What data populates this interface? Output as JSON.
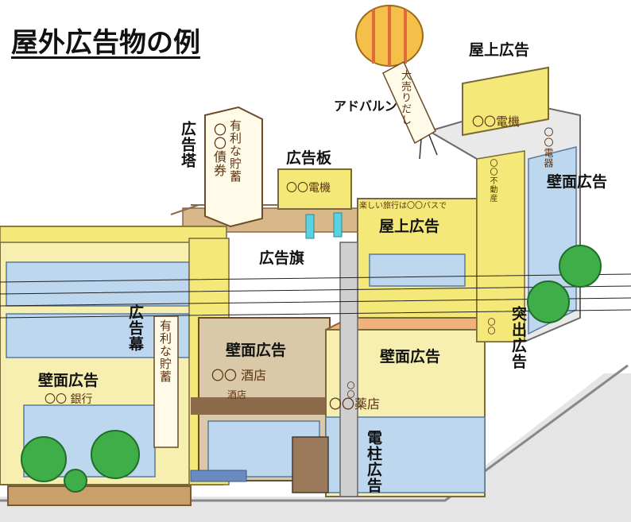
{
  "title": "屋外広告物の例",
  "labels": {
    "rooftop_top": "屋上広告",
    "advalloon": "アドバルン",
    "tower": "広告塔",
    "billboard": "広告板",
    "wall_right": "壁面広告",
    "rooftop_mid": "屋上広告",
    "flag": "広告旗",
    "curtain": "広告幕",
    "wall_center": "壁面広告",
    "wall_shop": "壁面広告",
    "wall_left": "壁面広告",
    "projecting": "突出広告",
    "pole": "電柱広告"
  },
  "signs": {
    "tower_text_a": "有利な貯蓄",
    "tower_text_b": "〇〇債券",
    "billboard_text": "〇〇電機",
    "rooftop_box_text": "〇〇電機",
    "balloon_banner": "大売りだし",
    "travel_banner": "楽しい旅行は〇〇バスで",
    "bank_sign": "〇〇 銀行",
    "curtain_text": "有利な貯蓄",
    "liquor_sign": "〇〇 酒店",
    "pharmacy_sign": "〇〇薬店",
    "right_vertical_sign": "〇〇電器",
    "fudosan_sign": "〇〇不動産",
    "small_plate": "酒店",
    "projecting_small": "〇〇",
    "pole_small": "〇〇"
  },
  "colors": {
    "yellow": "#f4e878",
    "cream": "#f7efb0",
    "blue": "#bcd7ee",
    "brown": "#8b6b4a",
    "green": "#3fae49",
    "gray": "#c9c9c9"
  }
}
